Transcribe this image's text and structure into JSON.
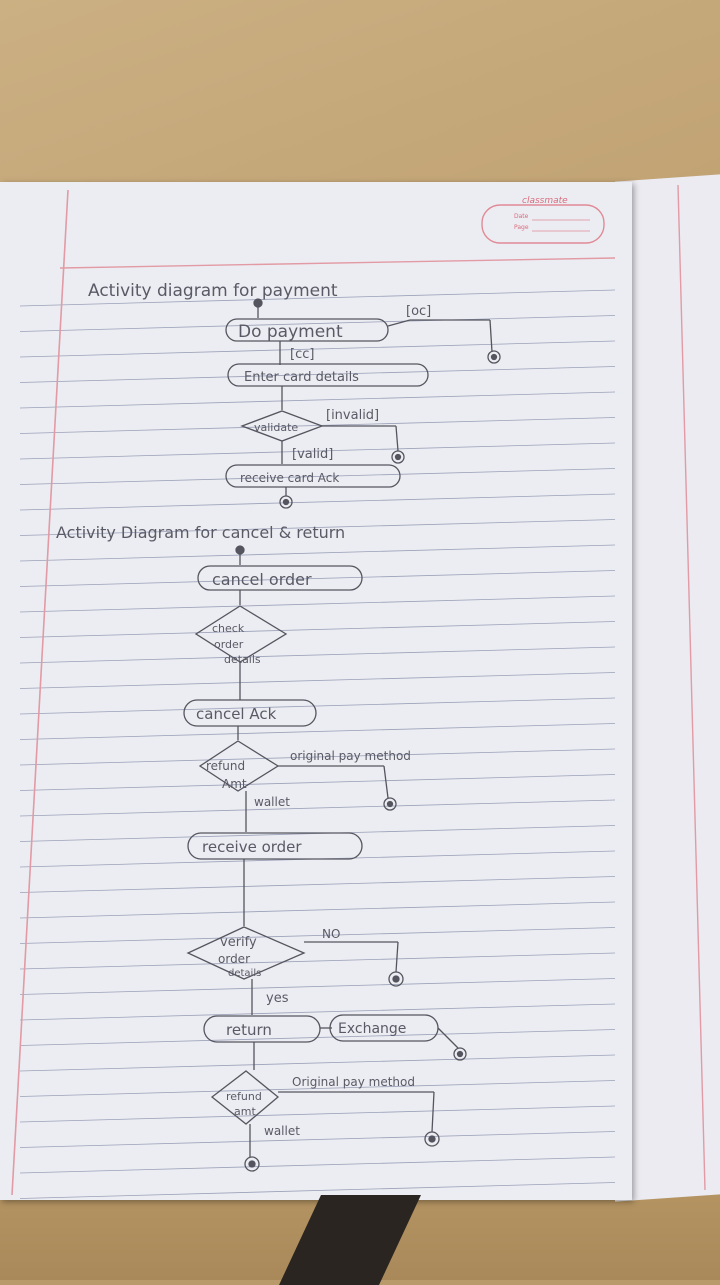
{
  "notebook": {
    "brand": "classmate",
    "date_label": "Date",
    "page_label": "Page"
  },
  "diagram1": {
    "title": "Activity diagram for payment",
    "nodes": {
      "do_payment": "Do payment",
      "enter_card_details": "Enter card details",
      "validate": "validate",
      "receive_card_ack": "receive card Ack"
    },
    "edges": {
      "oc": "[oc]",
      "cc": "[cc]",
      "invalid": "[invalid]",
      "valid": "[valid]"
    }
  },
  "diagram2": {
    "title": "Activity Diagram for cancel & return",
    "nodes": {
      "cancel_order": "cancel order",
      "check_order_details": [
        "check",
        "order",
        "details"
      ],
      "cancel_ack": "cancel Ack",
      "refund_amt": [
        "refund",
        "Amt"
      ],
      "receive_order": "receive order",
      "verify_order_details": [
        "verify",
        "order",
        "details"
      ],
      "return": "return",
      "exchange": "Exchange",
      "refund_amt_2": [
        "refund",
        "amt"
      ]
    },
    "edges": {
      "original_pay_method": "original pay method",
      "wallet": "wallet",
      "no": "NO",
      "yes": "yes",
      "original_pay_method_2": "Original pay method",
      "wallet_2": "wallet"
    }
  },
  "colors": {
    "paper": "#ecedf2",
    "ruled_line": "#9aa0b8",
    "margin_line": "#e29aa4",
    "pencil": "#55555f",
    "desk": "#b99a6a"
  }
}
